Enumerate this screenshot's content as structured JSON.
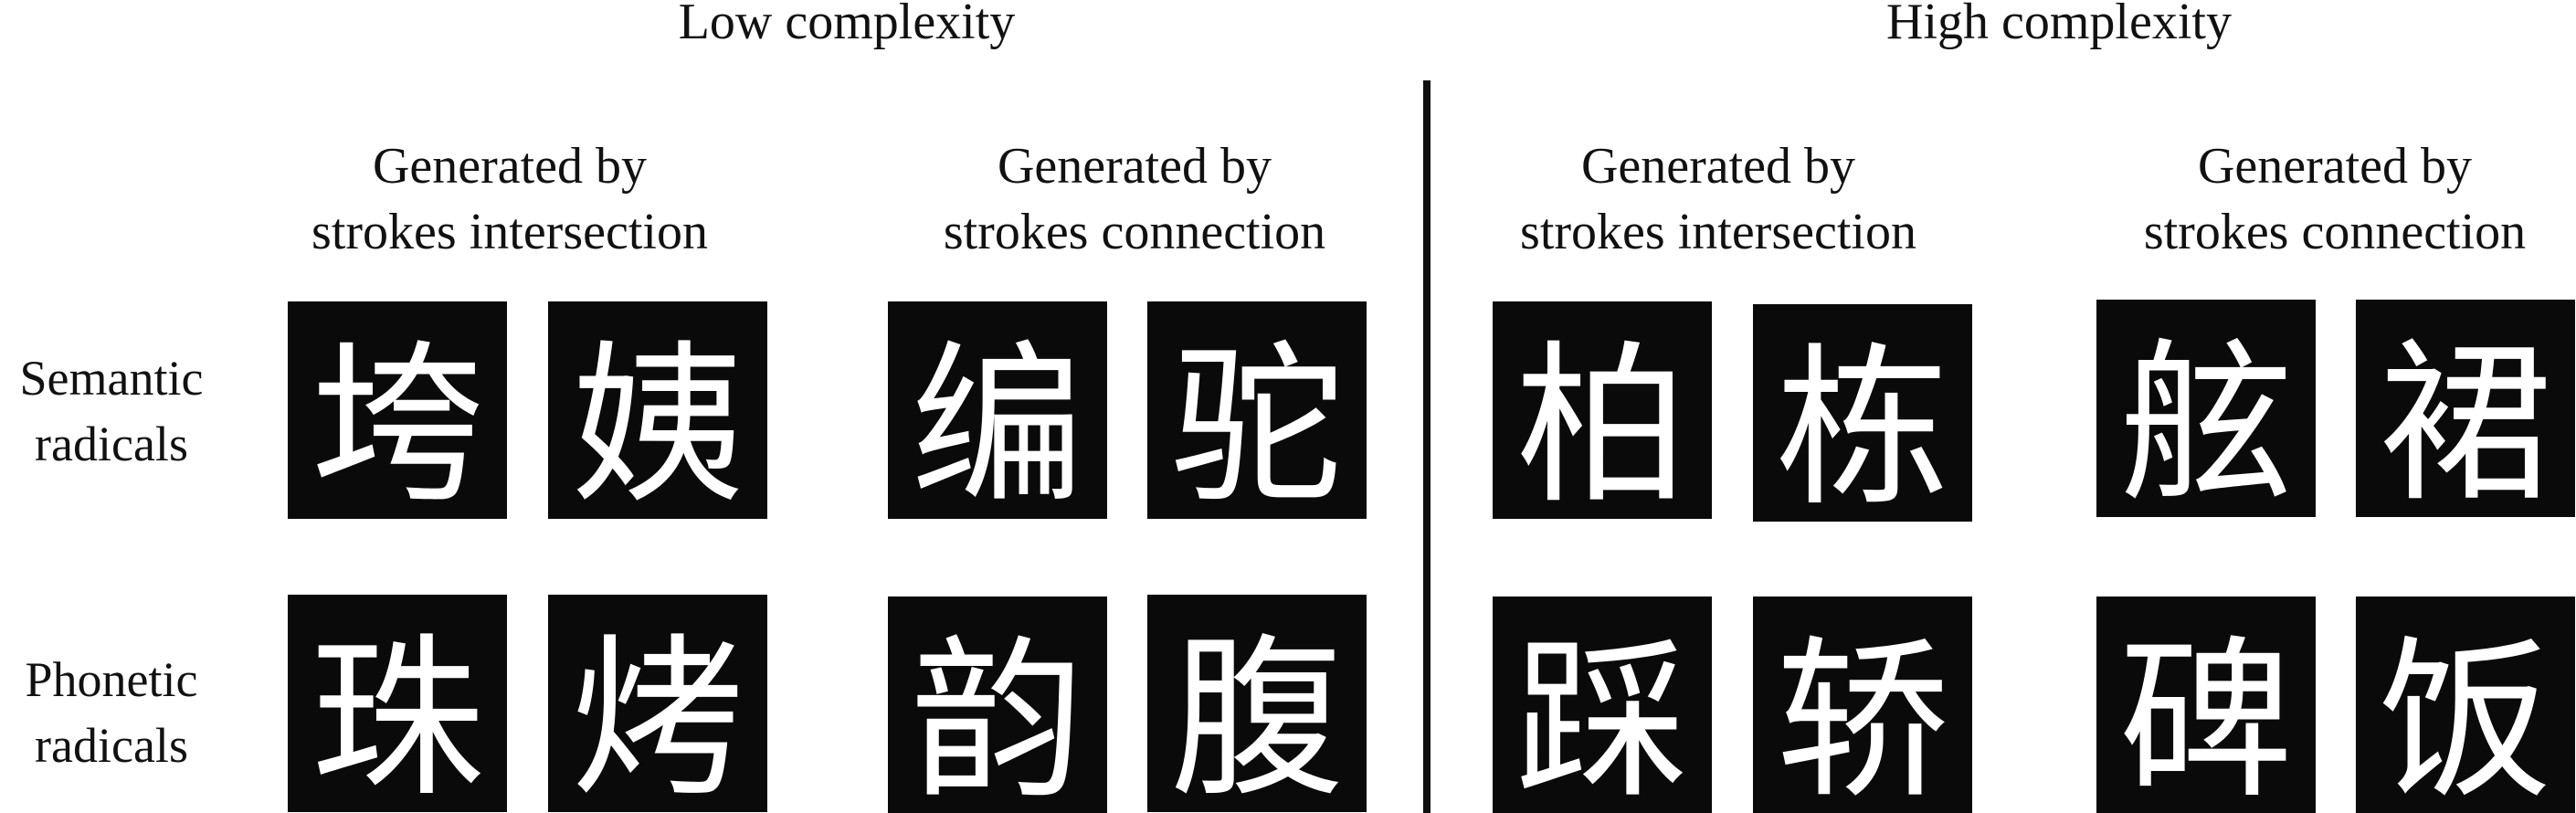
{
  "headers": {
    "low": "Low complexity",
    "high": "High complexity"
  },
  "columns": [
    {
      "line1": "Generated by",
      "line2": "strokes intersection"
    },
    {
      "line1": "Generated by",
      "line2": "strokes connection"
    },
    {
      "line1": "Generated by",
      "line2": "strokes intersection"
    },
    {
      "line1": "Generated by",
      "line2": "strokes connection"
    }
  ],
  "rows": [
    {
      "line1": "Semantic",
      "line2": "radicals"
    },
    {
      "line1": "Phonetic",
      "line2": "radicals"
    }
  ],
  "characters": {
    "semantic": [
      "垮",
      "姨",
      "编",
      "驼",
      "柏",
      "栋",
      "舷",
      "裙"
    ],
    "phonetic": [
      "珠",
      "烤",
      "韵",
      "腹",
      "踩",
      "轿",
      "碑",
      "饭"
    ]
  }
}
